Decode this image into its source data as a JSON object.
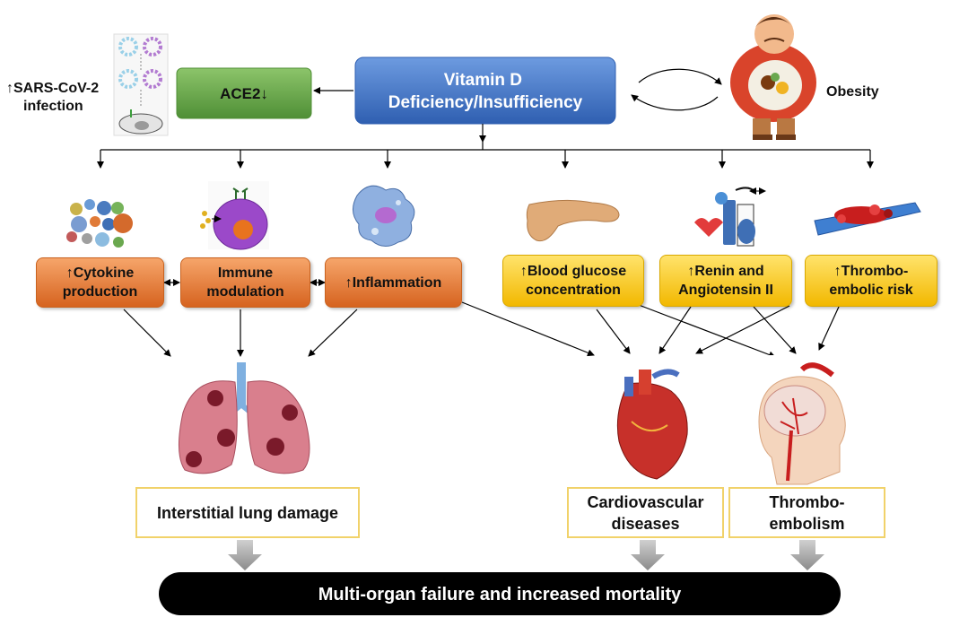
{
  "top": {
    "vitamin_d": "Vitamin D\nDeficiency/Insufficiency",
    "ace2": "ACE2↓",
    "sars": "↑SARS-CoV-2\ninfection",
    "obesity": "Obesity"
  },
  "mechanisms": {
    "cytokine": "↑Cytokine\nproduction",
    "immune": "Immune\nmodulation",
    "inflammation": "↑Inflammation",
    "glucose": "↑Blood glucose\nconcentration",
    "renin": "↑Renin and\nAngiotensin II",
    "thrombo_risk": "↑Thrombo-\nembolic risk"
  },
  "outcomes": {
    "lung": "Interstitial lung damage",
    "cardio": "Cardiovascular\ndiseases",
    "thromboembolism": "Thrombo-\nembolism"
  },
  "final": "Multi-organ failure and increased mortality",
  "colors": {
    "vitamin_box": "#4a78c6",
    "ace2_box": "#6aa84f",
    "mechanism_orange": "#e07b39",
    "mechanism_yellow": "#f6c21c",
    "outcome_border": "#f1d26a",
    "final_bar": "#000000"
  },
  "icons": [
    "virus-cell-icon",
    "obese-man-icon",
    "cytokine-cells-icon",
    "immune-cell-icon",
    "macrophage-icon",
    "pancreas-icon",
    "blood-pressure-icon",
    "blood-clot-icon",
    "lungs-icon",
    "heart-icon",
    "brain-stroke-icon"
  ]
}
